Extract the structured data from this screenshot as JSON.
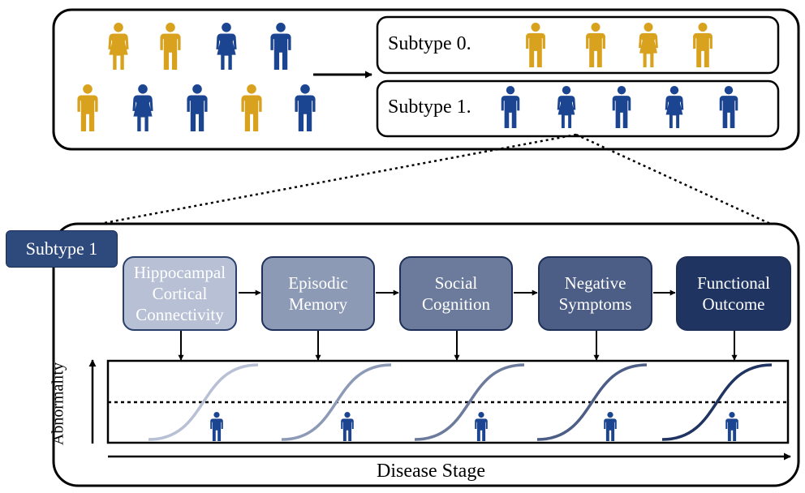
{
  "colors": {
    "subtype0": "#d9a21e",
    "subtype1": "#1c4591",
    "badge": "#2e4a7d",
    "stages": [
      "#b7c0d4",
      "#8d9ab6",
      "#6c7b9c",
      "#4c5e86",
      "#1f3461"
    ]
  },
  "population": {
    "people": [
      {
        "sex": "female",
        "group": "subtype0"
      },
      {
        "sex": "male",
        "group": "subtype0"
      },
      {
        "sex": "female",
        "group": "subtype1"
      },
      {
        "sex": "male",
        "group": "subtype1"
      },
      {
        "sex": "male",
        "group": "subtype0"
      },
      {
        "sex": "female",
        "group": "subtype1"
      },
      {
        "sex": "male",
        "group": "subtype1"
      },
      {
        "sex": "male",
        "group": "subtype0"
      },
      {
        "sex": "male",
        "group": "subtype1"
      }
    ]
  },
  "subtypes": [
    {
      "label": "Subtype 0.",
      "group": "subtype0",
      "people": [
        "male",
        "male",
        "female",
        "male"
      ]
    },
    {
      "label": "Subtype 1.",
      "group": "subtype1",
      "people": [
        "male",
        "female",
        "male",
        "female",
        "male"
      ]
    }
  ],
  "detail": {
    "badge": "Subtype 1",
    "stages": [
      {
        "label": "Hippocampal Cortical Connectivity"
      },
      {
        "label": "Episodic Memory"
      },
      {
        "label": "Social Cognition"
      },
      {
        "label": "Negative Symptoms"
      },
      {
        "label": "Functional Outcome"
      }
    ],
    "x_axis_label": "Disease Stage",
    "y_axis_label": "Abnormality",
    "patient_icon": "person-male-icon"
  },
  "icons": {
    "person": "person-icon",
    "arrow": "arrow-right-icon"
  }
}
